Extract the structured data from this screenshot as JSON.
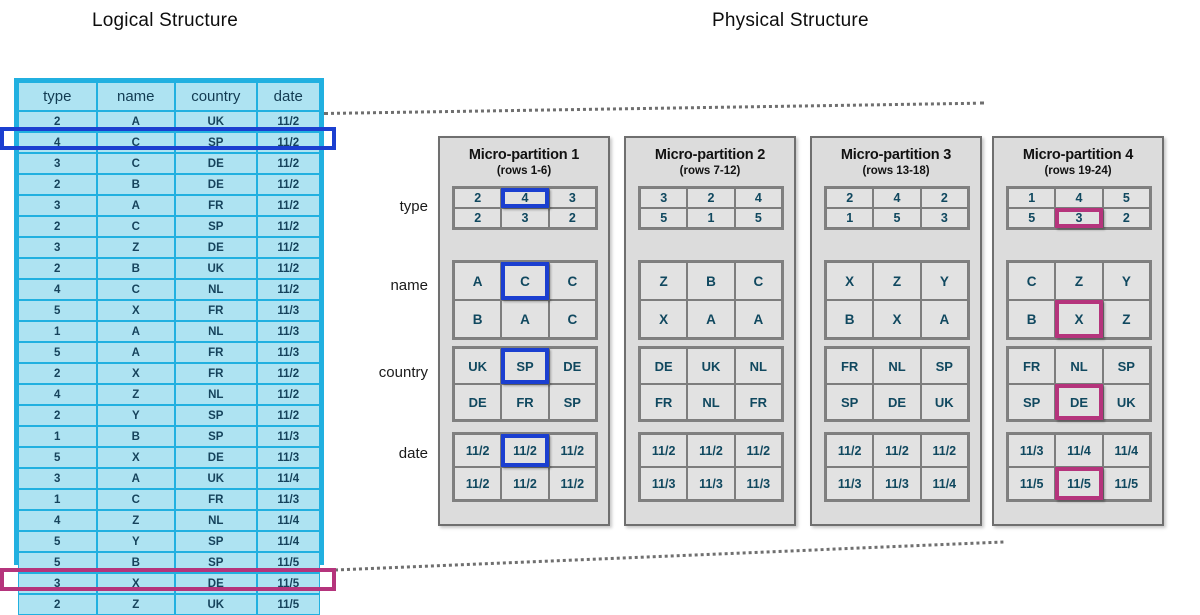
{
  "titles": {
    "logical": "Logical Structure",
    "physical": "Physical Structure"
  },
  "colors": {
    "table_border": "#21b0e0",
    "table_cell": "#aee3f2",
    "panel_bg": "#dcdcdc",
    "cell_bg": "#e2e2e2",
    "highlight_blue": "#1b3fd0",
    "highlight_pink": "#b5347c",
    "text_blue": "#10485f"
  },
  "logical_table": {
    "columns": [
      "type",
      "name",
      "country",
      "date"
    ],
    "rows": [
      {
        "type": "2",
        "name": "A",
        "country": "UK",
        "date": "11/2",
        "highlight": ""
      },
      {
        "type": "4",
        "name": "C",
        "country": "SP",
        "date": "11/2",
        "highlight": "blue"
      },
      {
        "type": "3",
        "name": "C",
        "country": "DE",
        "date": "11/2",
        "highlight": ""
      },
      {
        "type": "2",
        "name": "B",
        "country": "DE",
        "date": "11/2",
        "highlight": ""
      },
      {
        "type": "3",
        "name": "A",
        "country": "FR",
        "date": "11/2",
        "highlight": ""
      },
      {
        "type": "2",
        "name": "C",
        "country": "SP",
        "date": "11/2",
        "highlight": ""
      },
      {
        "type": "3",
        "name": "Z",
        "country": "DE",
        "date": "11/2",
        "highlight": ""
      },
      {
        "type": "2",
        "name": "B",
        "country": "UK",
        "date": "11/2",
        "highlight": ""
      },
      {
        "type": "4",
        "name": "C",
        "country": "NL",
        "date": "11/2",
        "highlight": ""
      },
      {
        "type": "5",
        "name": "X",
        "country": "FR",
        "date": "11/3",
        "highlight": ""
      },
      {
        "type": "1",
        "name": "A",
        "country": "NL",
        "date": "11/3",
        "highlight": ""
      },
      {
        "type": "5",
        "name": "A",
        "country": "FR",
        "date": "11/3",
        "highlight": ""
      },
      {
        "type": "2",
        "name": "X",
        "country": "FR",
        "date": "11/2",
        "highlight": ""
      },
      {
        "type": "4",
        "name": "Z",
        "country": "NL",
        "date": "11/2",
        "highlight": ""
      },
      {
        "type": "2",
        "name": "Y",
        "country": "SP",
        "date": "11/2",
        "highlight": ""
      },
      {
        "type": "1",
        "name": "B",
        "country": "SP",
        "date": "11/3",
        "highlight": ""
      },
      {
        "type": "5",
        "name": "X",
        "country": "DE",
        "date": "11/3",
        "highlight": ""
      },
      {
        "type": "3",
        "name": "A",
        "country": "UK",
        "date": "11/4",
        "highlight": ""
      },
      {
        "type": "1",
        "name": "C",
        "country": "FR",
        "date": "11/3",
        "highlight": ""
      },
      {
        "type": "4",
        "name": "Z",
        "country": "NL",
        "date": "11/4",
        "highlight": ""
      },
      {
        "type": "5",
        "name": "Y",
        "country": "SP",
        "date": "11/4",
        "highlight": ""
      },
      {
        "type": "5",
        "name": "B",
        "country": "SP",
        "date": "11/5",
        "highlight": ""
      },
      {
        "type": "3",
        "name": "X",
        "country": "DE",
        "date": "11/5",
        "highlight": "pink"
      },
      {
        "type": "2",
        "name": "Z",
        "country": "UK",
        "date": "11/5",
        "highlight": ""
      }
    ]
  },
  "row_labels": [
    "type",
    "name",
    "country",
    "date"
  ],
  "partitions": [
    {
      "title": "Micro-partition 1",
      "subtitle": "(rows 1-6)",
      "columns": [
        {
          "field": "type",
          "cells": [
            [
              "2",
              "4",
              "3"
            ],
            [
              "2",
              "3",
              "2"
            ]
          ],
          "highlight": {
            "row": 0,
            "col": 1,
            "color": "blue"
          }
        },
        {
          "field": "name",
          "cells": [
            [
              "A",
              "C",
              "C"
            ],
            [
              "B",
              "A",
              "C"
            ]
          ],
          "highlight": {
            "row": 0,
            "col": 1,
            "color": "blue"
          }
        },
        {
          "field": "country",
          "cells": [
            [
              "UK",
              "SP",
              "DE"
            ],
            [
              "DE",
              "FR",
              "SP"
            ]
          ],
          "highlight": {
            "row": 0,
            "col": 1,
            "color": "blue"
          }
        },
        {
          "field": "date",
          "cells": [
            [
              "11/2",
              "11/2",
              "11/2"
            ],
            [
              "11/2",
              "11/2",
              "11/2"
            ]
          ],
          "highlight": {
            "row": 0,
            "col": 1,
            "color": "blue"
          }
        }
      ]
    },
    {
      "title": "Micro-partition 2",
      "subtitle": "(rows 7-12)",
      "columns": [
        {
          "field": "type",
          "cells": [
            [
              "3",
              "2",
              "4"
            ],
            [
              "5",
              "1",
              "5"
            ]
          ],
          "highlight": null
        },
        {
          "field": "name",
          "cells": [
            [
              "Z",
              "B",
              "C"
            ],
            [
              "X",
              "A",
              "A"
            ]
          ],
          "highlight": null
        },
        {
          "field": "country",
          "cells": [
            [
              "DE",
              "UK",
              "NL"
            ],
            [
              "FR",
              "NL",
              "FR"
            ]
          ],
          "highlight": null
        },
        {
          "field": "date",
          "cells": [
            [
              "11/2",
              "11/2",
              "11/2"
            ],
            [
              "11/3",
              "11/3",
              "11/3"
            ]
          ],
          "highlight": null
        }
      ]
    },
    {
      "title": "Micro-partition 3",
      "subtitle": "(rows 13-18)",
      "columns": [
        {
          "field": "type",
          "cells": [
            [
              "2",
              "4",
              "2"
            ],
            [
              "1",
              "5",
              "3"
            ]
          ],
          "highlight": null
        },
        {
          "field": "name",
          "cells": [
            [
              "X",
              "Z",
              "Y"
            ],
            [
              "B",
              "X",
              "A"
            ]
          ],
          "highlight": null
        },
        {
          "field": "country",
          "cells": [
            [
              "FR",
              "NL",
              "SP"
            ],
            [
              "SP",
              "DE",
              "UK"
            ]
          ],
          "highlight": null
        },
        {
          "field": "date",
          "cells": [
            [
              "11/2",
              "11/2",
              "11/2"
            ],
            [
              "11/3",
              "11/3",
              "11/4"
            ]
          ],
          "highlight": null
        }
      ]
    },
    {
      "title": "Micro-partition 4",
      "subtitle": "(rows 19-24)",
      "columns": [
        {
          "field": "type",
          "cells": [
            [
              "1",
              "4",
              "5"
            ],
            [
              "5",
              "3",
              "2"
            ]
          ],
          "highlight": {
            "row": 1,
            "col": 1,
            "color": "pink"
          }
        },
        {
          "field": "name",
          "cells": [
            [
              "C",
              "Z",
              "Y"
            ],
            [
              "B",
              "X",
              "Z"
            ]
          ],
          "highlight": {
            "row": 1,
            "col": 1,
            "color": "pink"
          }
        },
        {
          "field": "country",
          "cells": [
            [
              "FR",
              "NL",
              "SP"
            ],
            [
              "SP",
              "DE",
              "UK"
            ]
          ],
          "highlight": {
            "row": 1,
            "col": 1,
            "color": "pink"
          }
        },
        {
          "field": "date",
          "cells": [
            [
              "11/3",
              "11/4",
              "11/4"
            ],
            [
              "11/5",
              "11/5",
              "11/5"
            ]
          ],
          "highlight": {
            "row": 1,
            "col": 1,
            "color": "pink"
          }
        }
      ]
    }
  ]
}
